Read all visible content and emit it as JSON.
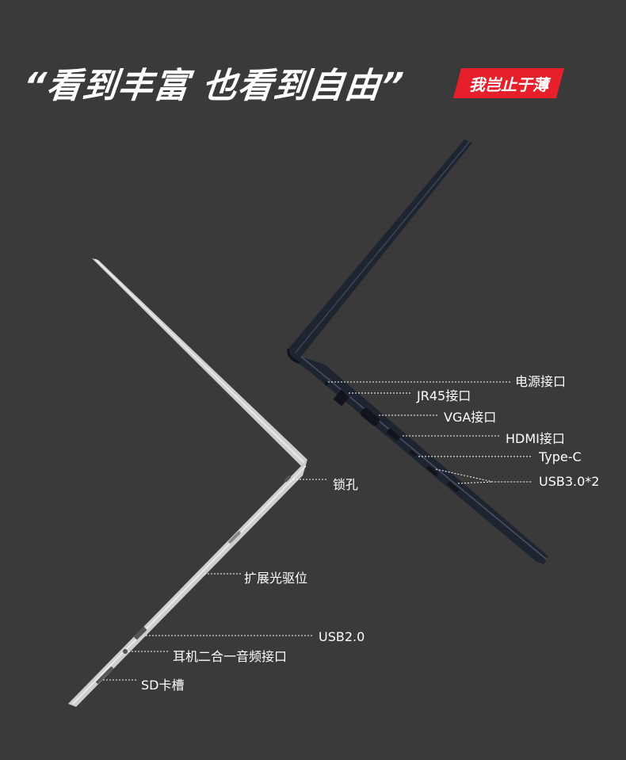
{
  "headline": "“看到丰富 也看到自由”",
  "badge": "我岂止于薄",
  "colors": {
    "background": "#3a3a3a",
    "badge": "#e5202a",
    "dark_laptop": "#222a35",
    "silver_laptop": "#d8d8d8"
  },
  "right_ports": [
    "电源接口",
    "JR45接口",
    "VGA接口",
    "HDMI接口",
    "Type-C",
    "USB3.0*2"
  ],
  "left_ports": [
    "锁孔",
    "扩展光驱位",
    "USB2.0",
    "耳机二合一音频接口",
    "SD卡槽"
  ]
}
